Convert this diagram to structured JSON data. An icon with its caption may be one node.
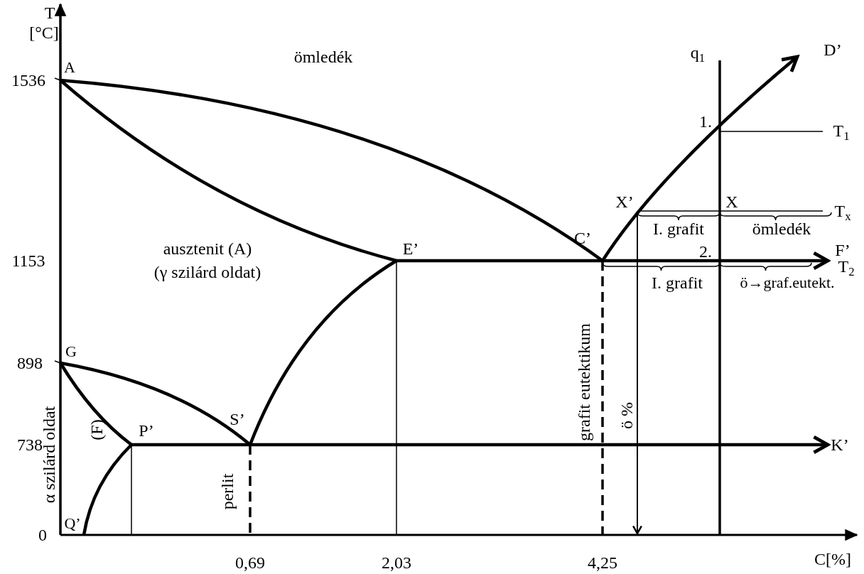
{
  "diagram": {
    "labels": [
      "T",
      "[°C]",
      "D’",
      "A",
      "1536",
      "ömledék",
      "q$_{1}$",
      "1.",
      "T$_{1}$",
      "X’",
      "X",
      "T$_{x}$",
      "I. grafit",
      "ömledék",
      "E’",
      "C’",
      "F’",
      "1153",
      "ausztenit (A)",
      "(γ szilárd oldat)",
      "2.",
      "T$_{2}$",
      "I. grafit",
      "ö→graf.eutekt.",
      "G",
      "898",
      "α szilárd oldat",
      "(F)",
      "grafit eutektikum",
      "ö %",
      "P’",
      "S’",
      "738",
      "K’",
      "perlit",
      "Q’",
      "0",
      "0,69",
      "2,03",
      "4,25",
      "C[%]"
    ]
  }
}
